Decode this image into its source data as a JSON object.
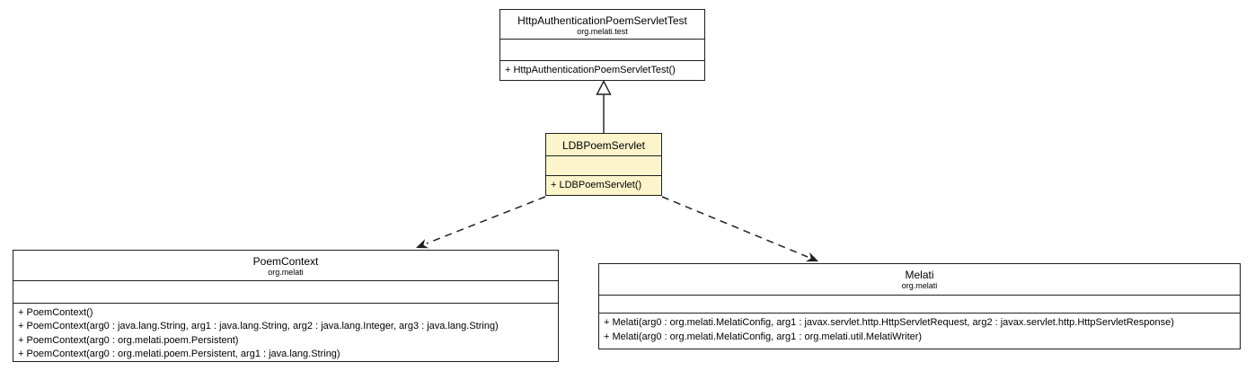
{
  "diagram": {
    "background_color": "#ffffff",
    "border_color": "#1f1f1f",
    "highlight_fill": "#fcf5cb"
  },
  "classes": {
    "httpAuthTest": {
      "name": "HttpAuthenticationPoemServletTest",
      "package": "org.melati.test",
      "methods": [
        "+ HttpAuthenticationPoemServletTest()"
      ]
    },
    "ldbPoemServlet": {
      "name": "LDBPoemServlet",
      "methods": [
        "+ LDBPoemServlet()"
      ]
    },
    "poemContext": {
      "name": "PoemContext",
      "package": "org.melati",
      "methods": [
        "+ PoemContext()",
        "+ PoemContext(arg0 : java.lang.String, arg1 : java.lang.String, arg2 : java.lang.Integer, arg3 : java.lang.String)",
        "+ PoemContext(arg0 : org.melati.poem.Persistent)",
        "+ PoemContext(arg0 : org.melati.poem.Persistent, arg1 : java.lang.String)"
      ]
    },
    "melati": {
      "name": "Melati",
      "package": "org.melati",
      "methods": [
        "+ Melati(arg0 : org.melati.MelatiConfig, arg1 : javax.servlet.http.HttpServletRequest, arg2 : javax.servlet.http.HttpServletResponse)",
        "+ Melati(arg0 : org.melati.MelatiConfig, arg1 : org.melati.util.MelatiWriter)"
      ]
    }
  },
  "relationships": [
    {
      "type": "generalization",
      "from": "LDBPoemServlet",
      "to": "HttpAuthenticationPoemServletTest"
    },
    {
      "type": "dependency",
      "from": "LDBPoemServlet",
      "to": "PoemContext"
    },
    {
      "type": "dependency",
      "from": "LDBPoemServlet",
      "to": "Melati"
    }
  ]
}
